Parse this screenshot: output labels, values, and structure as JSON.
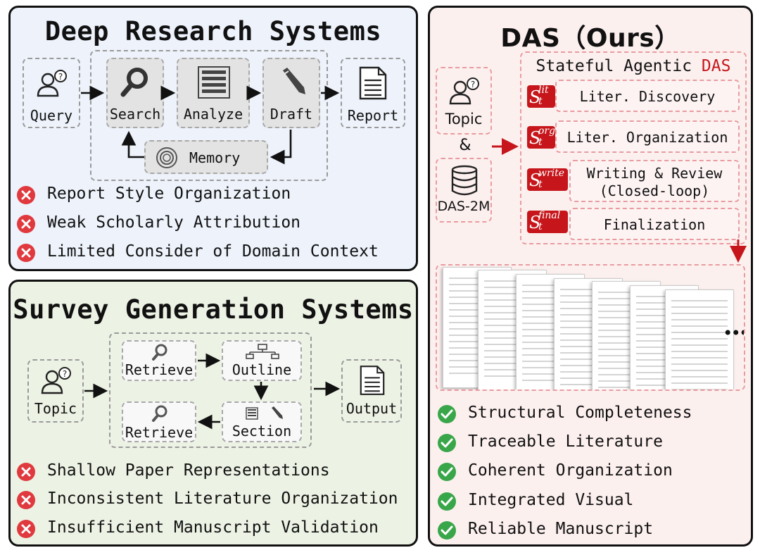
{
  "deep": {
    "title": "Deep Research Systems",
    "nodes": {
      "query": "Query",
      "search": "Search",
      "analyze": "Analyze",
      "draft": "Draft",
      "report": "Report",
      "memory": "Memory"
    },
    "limitations": [
      "Report Style Organization",
      "Weak Scholarly Attribution",
      "Limited Consider of Domain Context"
    ]
  },
  "survey": {
    "title": "Survey Generation Systems",
    "nodes": {
      "topic": "Topic",
      "retrieve_top": "Retrieve",
      "outline": "Outline",
      "section": "Section",
      "retrieve_bottom": "Retrieve",
      "output": "Output"
    },
    "limitations": [
      "Shallow Paper Representations",
      "Inconsistent Literature Organization",
      "Insufficient Manuscript Validation"
    ]
  },
  "das": {
    "title": "DAS（Ours）",
    "inputs": {
      "topic": "Topic",
      "and": "&",
      "dataset": "DAS-2M"
    },
    "agentic_title_prefix": "Stateful Agentic ",
    "agentic_title_highlight": "DAS",
    "stages": [
      {
        "sup": "lit",
        "sub": "t",
        "symbol": "S",
        "label_line1": "Liter. Discovery",
        "label_line2": ""
      },
      {
        "sup": "org",
        "sub": "t",
        "symbol": "S",
        "label_line1": "Liter. Organization",
        "label_line2": ""
      },
      {
        "sup": "write",
        "sub": "t",
        "symbol": "S",
        "label_line1": "Writing & Review",
        "label_line2": "(Closed-loop)"
      },
      {
        "sup": "final",
        "sub": "t",
        "symbol": "S",
        "label_line1": "Finalization",
        "label_line2": ""
      }
    ],
    "ellipsis": "•••",
    "strengths": [
      "Structural Completeness",
      "Traceable Literature",
      "Coherent Organization",
      "Integrated Visual",
      "Reliable Manuscript"
    ]
  },
  "colors": {
    "deep_bg": "#edf2fb",
    "survey_bg": "#ecf2e4",
    "das_bg": "#fcf0ef",
    "cross_red": "#e0393e",
    "check_green": "#3aa64a",
    "accent_red": "#c6161b"
  },
  "icons": [
    "user-question-icon",
    "search-icon",
    "document-lines-icon",
    "pencil-icon",
    "report-icon",
    "memory-ring-icon",
    "outline-tree-icon",
    "database-icon",
    "cross-icon",
    "check-icon"
  ]
}
